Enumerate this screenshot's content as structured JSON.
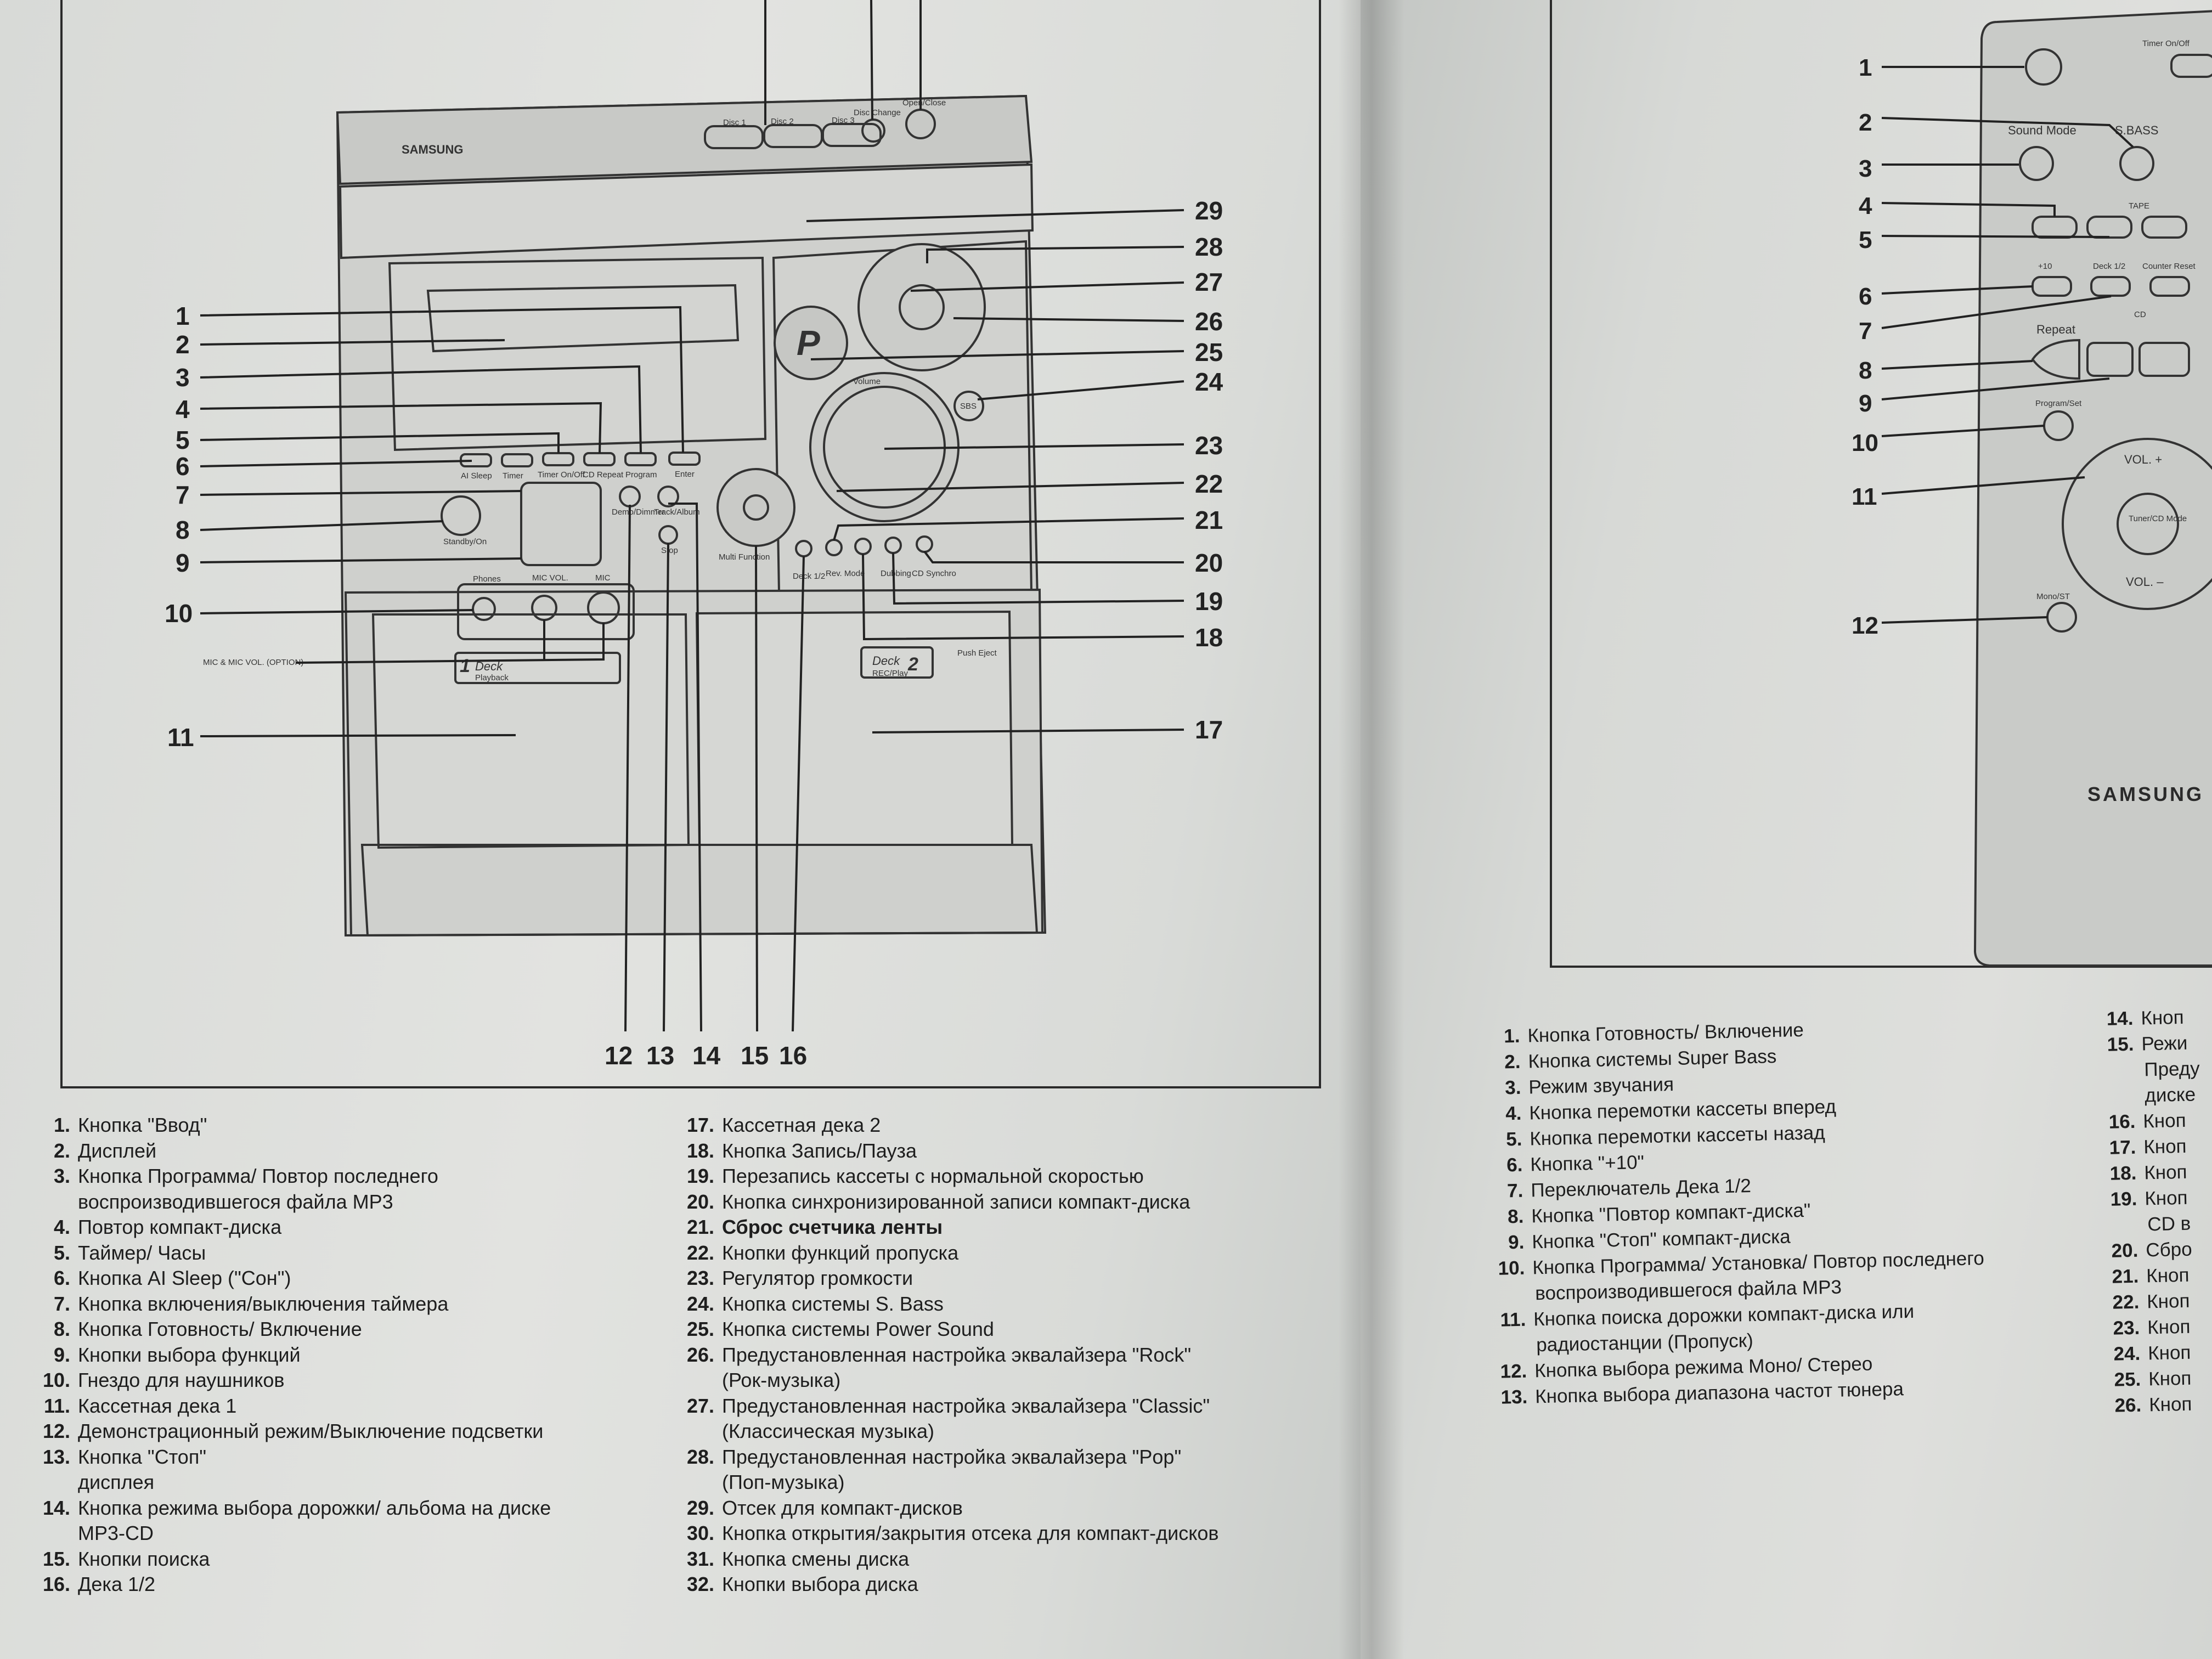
{
  "device": {
    "brand": "SAMSUNG",
    "top_buttons": [
      "Disc 1",
      "Disc 2",
      "Disc 3",
      "Disc Change",
      "Open/Close"
    ],
    "panel_labels": [
      "AI Sleep",
      "Timer",
      "Timer On/Off",
      "CD Repeat",
      "Program",
      "Enter",
      "Standby/On",
      "Demo/Dimmer",
      "Track/Album",
      "Stop",
      "Deck 1/2",
      "Rev. Mode",
      "Dubbing",
      "CD Synchro",
      "Multi Function",
      "Volume",
      "SBS",
      "Phones",
      "MIC VOL.",
      "MIC",
      "MIC & MIC VOL. (OPTION)",
      "Push Eject"
    ],
    "deck_1": {
      "number": "1",
      "name": "Deck",
      "mode": "Playback"
    },
    "deck_2": {
      "number": "2",
      "name": "Deck",
      "mode": "REC/Play"
    },
    "power_sound_badge": "P",
    "callouts_left": [
      "1",
      "2",
      "3",
      "4",
      "5",
      "6",
      "7",
      "8",
      "9",
      "10",
      "11"
    ],
    "callouts_right": [
      "29",
      "28",
      "27",
      "26",
      "25",
      "24",
      "23",
      "22",
      "21",
      "20",
      "19",
      "18",
      "17"
    ],
    "callouts_bottom": [
      "12",
      "13",
      "14",
      "15",
      "16"
    ]
  },
  "remote": {
    "brand": "SAMSUNG",
    "labels": [
      "Timer On/Off",
      "Sound Mode",
      "S.BASS",
      "TAPE",
      "+10",
      "Deck 1/2",
      "Counter Reset",
      "CD",
      "Repeat",
      "Program/Set",
      "VOL. +",
      "VOL. –",
      "Tuner/CD Mode",
      "Mono/ST"
    ],
    "callouts": [
      "1",
      "2",
      "3",
      "4",
      "5",
      "6",
      "7",
      "8",
      "9",
      "10",
      "11",
      "12"
    ]
  },
  "legend_left_col1": [
    {
      "n": "1.",
      "lines": [
        "Кнопка \"Ввод\""
      ]
    },
    {
      "n": "2.",
      "lines": [
        "Дисплей"
      ]
    },
    {
      "n": "3.",
      "lines": [
        "Кнопка Программа/ Повтор последнего",
        "воспроизводившегося файла MP3"
      ]
    },
    {
      "n": "4.",
      "lines": [
        "Повтор компакт-диска"
      ]
    },
    {
      "n": "5.",
      "lines": [
        "Таймер/ Часы"
      ]
    },
    {
      "n": "6.",
      "lines": [
        "Кнопка AI Sleep (\"Сон\")"
      ]
    },
    {
      "n": "7.",
      "lines": [
        "Кнопка включения/выключения таймера"
      ]
    },
    {
      "n": "8.",
      "lines": [
        "Кнопка Готовность/ Включение"
      ]
    },
    {
      "n": "9.",
      "lines": [
        "Кнопки выбора функций"
      ]
    },
    {
      "n": "10.",
      "lines": [
        "Гнездо для наушников"
      ]
    },
    {
      "n": "11.",
      "lines": [
        "Кассетная дека 1"
      ]
    },
    {
      "n": "12.",
      "lines": [
        "Демонстрационный режим/Выключение подсветки"
      ]
    },
    {
      "n": "13.",
      "lines": [
        "Кнопка \"Стоп\"",
        "дисплея"
      ]
    },
    {
      "n": "14.",
      "lines": [
        "Кнопка режима выбора дорожки/ альбома на диске",
        "MP3-CD"
      ]
    },
    {
      "n": "15.",
      "lines": [
        "Кнопки поиска"
      ]
    },
    {
      "n": "16.",
      "lines": [
        "Дека 1/2"
      ]
    }
  ],
  "legend_left_col2": [
    {
      "n": "17.",
      "lines": [
        "Кассетная дека 2"
      ]
    },
    {
      "n": "18.",
      "lines": [
        "Кнопка Запись/Пауза"
      ]
    },
    {
      "n": "19.",
      "lines": [
        "Перезапись кассеты с нормальной скоростью"
      ]
    },
    {
      "n": "20.",
      "lines": [
        "Кнопка синхронизированной записи компакт-диска"
      ]
    },
    {
      "n": "21.",
      "lines": [
        "Сброс счетчика ленты"
      ]
    },
    {
      "n": "22.",
      "lines": [
        "Кнопки функций пропуска"
      ]
    },
    {
      "n": "23.",
      "lines": [
        "Регулятор громкости"
      ]
    },
    {
      "n": "24.",
      "lines": [
        "Кнопка системы S. Bass"
      ]
    },
    {
      "n": "25.",
      "lines": [
        "Кнопка системы Power Sound"
      ]
    },
    {
      "n": "26.",
      "lines": [
        "Предустановленная настройка эквалайзера \"Rock\"",
        "(Рок-музыка)"
      ]
    },
    {
      "n": "27.",
      "lines": [
        "Предустановленная настройка эквалайзера \"Classic\"",
        "(Классическая музыка)"
      ]
    },
    {
      "n": "28.",
      "lines": [
        "Предустановленная настройка эквалайзера \"Pop\"",
        "(Поп-музыка)"
      ]
    },
    {
      "n": "29.",
      "lines": [
        "Отсек для компакт-дисков"
      ]
    },
    {
      "n": "30.",
      "lines": [
        "Кнопка открытия/закрытия отсека для компакт-дисков"
      ]
    },
    {
      "n": "31.",
      "lines": [
        "Кнопка смены диска"
      ]
    },
    {
      "n": "32.",
      "lines": [
        "Кнопки выбора диска"
      ]
    }
  ],
  "legend_right_col1": [
    {
      "n": "1.",
      "lines": [
        "Кнопка Готовность/ Включение"
      ]
    },
    {
      "n": "2.",
      "lines": [
        "Кнопка системы Super Bass"
      ]
    },
    {
      "n": "3.",
      "lines": [
        "Режим звучания"
      ]
    },
    {
      "n": "4.",
      "lines": [
        "Кнопка перемотки кассеты вперед"
      ]
    },
    {
      "n": "5.",
      "lines": [
        "Кнопка перемотки кассеты назад"
      ]
    },
    {
      "n": "6.",
      "lines": [
        "Кнопка \"+10\""
      ]
    },
    {
      "n": "7.",
      "lines": [
        "Переключатель Дека 1/2"
      ]
    },
    {
      "n": "8.",
      "lines": [
        "Кнопка \"Повтор компакт-диска\""
      ]
    },
    {
      "n": "9.",
      "lines": [
        "Кнопка \"Стоп\" компакт-диска"
      ]
    },
    {
      "n": "10.",
      "lines": [
        "Кнопка Программа/ Установка/ Повтор последнего",
        "воспроизводившегося файла MP3"
      ]
    },
    {
      "n": "11.",
      "lines": [
        "Кнопка поиска дорожки компакт-диска или",
        "радиостанции (Пропуск)"
      ]
    },
    {
      "n": "12.",
      "lines": [
        "Кнопка выбора режима Моно/ Стерео"
      ]
    },
    {
      "n": "13.",
      "lines": [
        "Кнопка выбора диапазона частот тюнера"
      ]
    }
  ],
  "legend_right_col2": [
    {
      "n": "14.",
      "lines": [
        "Кноп"
      ]
    },
    {
      "n": "15.",
      "lines": [
        "Режи",
        "Преду",
        "диске"
      ]
    },
    {
      "n": "16.",
      "lines": [
        "Кноп"
      ]
    },
    {
      "n": "17.",
      "lines": [
        "Кноп"
      ]
    },
    {
      "n": "18.",
      "lines": [
        "Кноп"
      ]
    },
    {
      "n": "19.",
      "lines": [
        "Кноп",
        "CD в"
      ]
    },
    {
      "n": "20.",
      "lines": [
        "Сбро"
      ]
    },
    {
      "n": "21.",
      "lines": [
        "Кноп"
      ]
    },
    {
      "n": "22.",
      "lines": [
        "Кноп"
      ]
    },
    {
      "n": "23.",
      "lines": [
        "Кноп"
      ]
    },
    {
      "n": "24.",
      "lines": [
        "Кноп"
      ]
    },
    {
      "n": "25.",
      "lines": [
        "Кноп"
      ]
    },
    {
      "n": "26.",
      "lines": [
        "Кноп"
      ]
    }
  ],
  "bold_items": [
    "21."
  ]
}
